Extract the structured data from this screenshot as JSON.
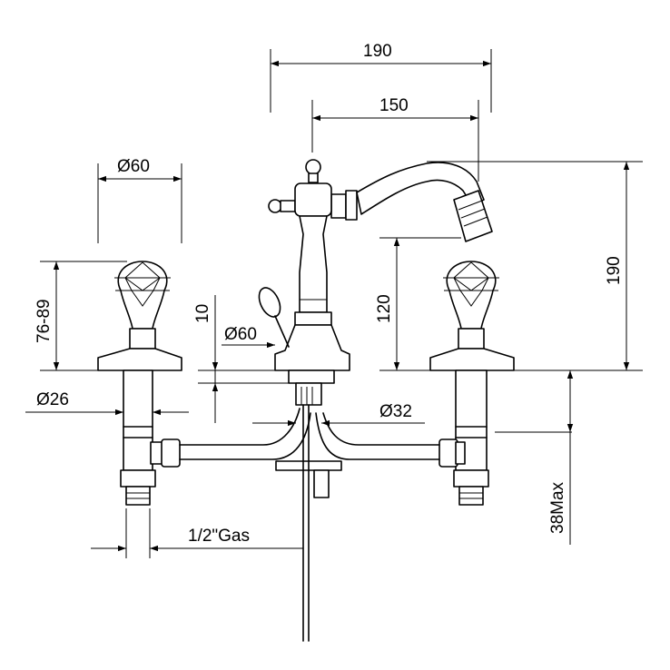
{
  "dimensions": {
    "spout_reach_total": "190",
    "spout_reach": "150",
    "handle_diameter": "Ø60",
    "handle_height": "76-89",
    "stem_diameter": "Ø26",
    "overall_height": "190",
    "spout_height": "120",
    "base_thickness": "10",
    "base_diameter": "Ø60",
    "pipe_diameter": "Ø32",
    "deck_thickness": "38Max",
    "thread": "1/2\"Gas"
  }
}
